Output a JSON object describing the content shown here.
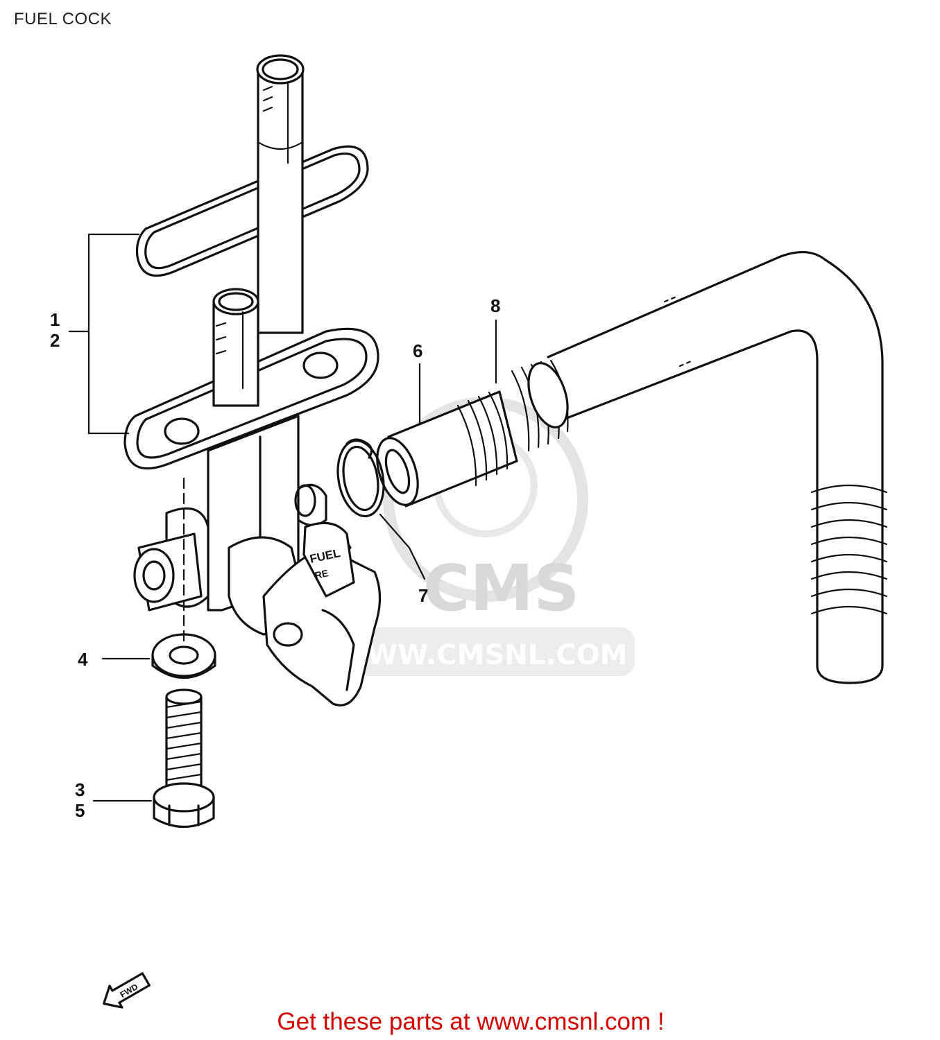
{
  "header": {
    "title": "FUEL COCK"
  },
  "watermark": {
    "logo_text": "CMS",
    "url_text": "WWW.CMSNL.COM"
  },
  "callouts": [
    {
      "id": "1",
      "text": "1"
    },
    {
      "id": "2",
      "text": "2"
    },
    {
      "id": "3",
      "text": "3"
    },
    {
      "id": "4",
      "text": "4"
    },
    {
      "id": "5",
      "text": "5"
    },
    {
      "id": "6",
      "text": "6"
    },
    {
      "id": "7",
      "text": "7"
    },
    {
      "id": "8",
      "text": "8"
    }
  ],
  "markings": {
    "fuel_lever_text": "FUEL",
    "reserve_text": "RE",
    "front_arrow_text": "FWD"
  },
  "footer": {
    "text": "Get these parts at www.cmsnl.com !"
  }
}
